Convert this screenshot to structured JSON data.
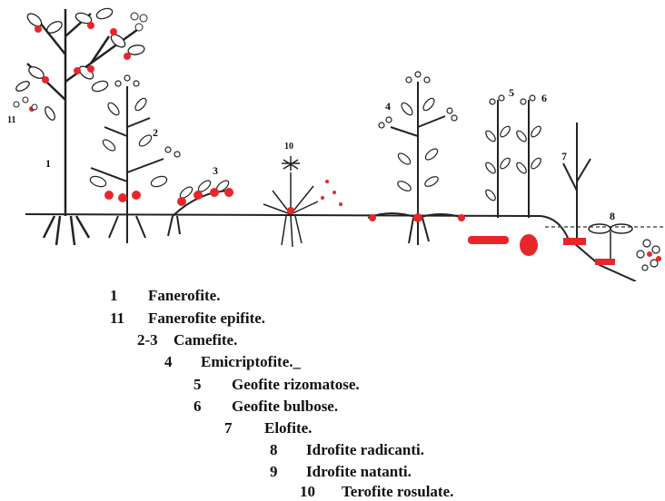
{
  "diagram": {
    "plant_numbers": {
      "n1": "1",
      "n11": "11",
      "n2": "2",
      "n3": "3",
      "n10": "10",
      "n4": "4",
      "n5": "5",
      "n6": "6",
      "n7": "7",
      "n8": "8"
    },
    "colors": {
      "ink": "#1a1a1a",
      "bud": "#e8262a",
      "ground": "#222222"
    }
  },
  "legend": [
    {
      "num": "1",
      "text": "Fanerofite."
    },
    {
      "num": "11",
      "text": "Fanerofite epifite."
    },
    {
      "num": "2-3",
      "text": "Camefite."
    },
    {
      "num": "4",
      "text": "Emicriptofite._"
    },
    {
      "num": "5",
      "text": "Geofite rizomatose."
    },
    {
      "num": "6",
      "text": "Geofite bulbose."
    },
    {
      "num": "7",
      "text": "Elofite."
    },
    {
      "num": "8",
      "text": "Idrofite radicanti."
    },
    {
      "num": "9",
      "text": "Idrofite natanti."
    },
    {
      "num": "10",
      "text": "Terofite rosulate."
    }
  ]
}
